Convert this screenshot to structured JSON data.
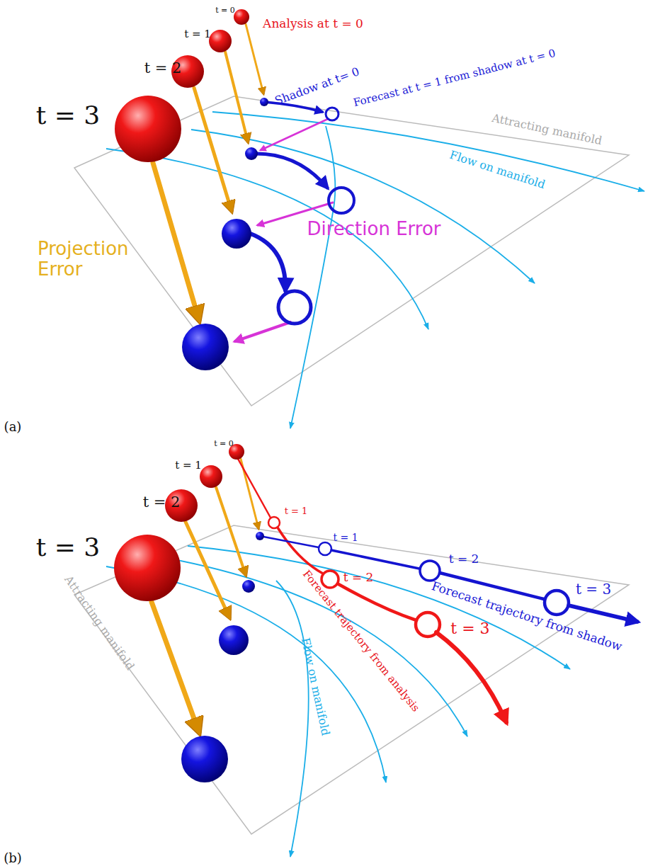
{
  "diagram": {
    "labels": [
      "t = 0",
      "t = 1",
      "t = 2",
      "t = 3",
      "Analysis at t = 0",
      "Shadow at t= 0",
      "Forecast at t = 1 from shadow at t = 0",
      "Attracting manifold",
      "Flow on manifold",
      "Direction Error",
      "Projection Error",
      "(a)",
      "t = 0",
      "t = 1",
      "t = 2",
      "t = 3",
      "t = 1",
      "t = 1",
      "t = 2",
      "t = 2",
      "Forecast trajectory from shadow",
      "t = 3",
      "t = 3",
      "Forecast trajectory from analysis",
      "Attracting manifold",
      "Flow on manifold",
      "(b)"
    ]
  }
}
